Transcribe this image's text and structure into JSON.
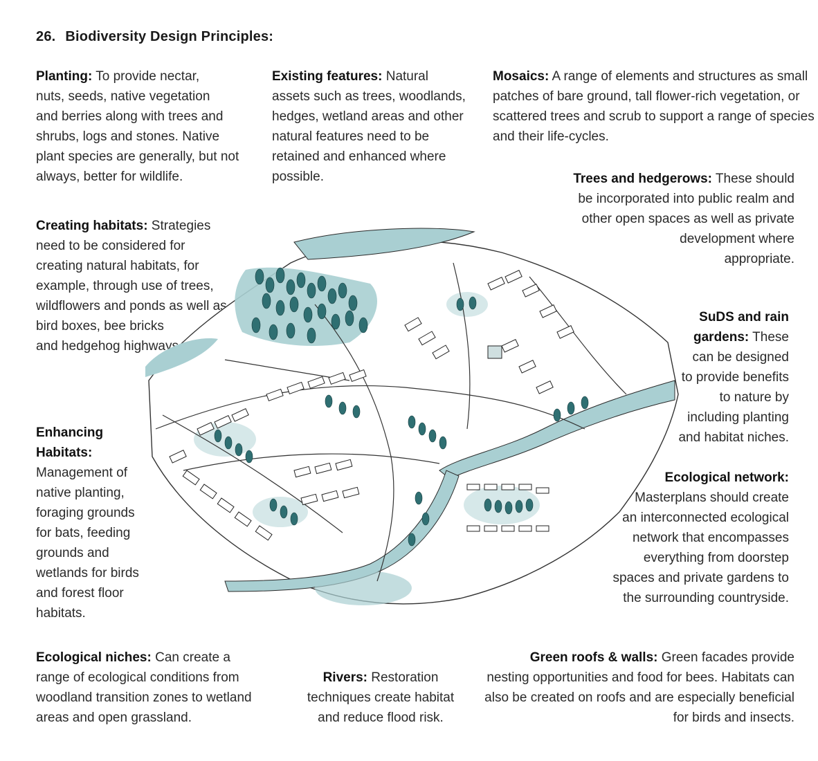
{
  "title": {
    "number": "26.",
    "text": "Biodiversity Design Principles:"
  },
  "blocks": {
    "planting": {
      "heading": "Planting:",
      "lines": [
        " To provide nectar,",
        "nuts, seeds, native vegetation",
        "and berries along with trees and",
        "shrubs, logs and stones. Native",
        "plant species are generally, but not",
        "always, better for wildlife."
      ]
    },
    "existing": {
      "heading": "Existing features:",
      "lines": [
        " Natural",
        "assets such as trees, woodlands,",
        "hedges, wetland areas and other",
        "natural features need to be",
        "retained and enhanced where",
        "possible."
      ]
    },
    "mosaics": {
      "heading": "Mosaics:",
      "lines": [
        " A range of elements and structures as small",
        "patches of bare ground, tall flower-rich vegetation, or",
        "scattered trees and scrub to support a range of species",
        "and their life-cycles."
      ]
    },
    "trees": {
      "heading": "Trees and hedgerows:",
      "lines": [
        " These should",
        "be incorporated into public realm and",
        "other open spaces as well as private",
        "development where",
        "appropriate."
      ]
    },
    "creating": {
      "heading": "Creating habitats:",
      "lines": [
        " Strategies",
        "need to be considered for",
        "creating natural habitats, for",
        "example, through use of trees,",
        "wildflowers and ponds as well as",
        "bird boxes, bee bricks",
        "and hedgehog highways."
      ]
    },
    "suds": {
      "heading_1": "SuDS and rain",
      "heading_2": "gardens:",
      "lines": [
        " These",
        "can be designed",
        "to provide benefits",
        "to nature by",
        "including planting",
        "and habitat niches."
      ]
    },
    "enhancing": {
      "heading_1": "Enhancing",
      "heading_2": "Habitats:",
      "lines": [
        "Management of",
        "native planting,",
        "foraging grounds",
        "for bats, feeding",
        "grounds and",
        "wetlands for birds",
        "and forest floor",
        "habitats."
      ]
    },
    "network": {
      "heading": "Ecological network:",
      "lines": [
        "Masterplans should create",
        "an interconnected ecological",
        "network that encompasses",
        "everything from doorstep",
        "spaces and private gardens to",
        "the surrounding countryside."
      ]
    },
    "niches": {
      "heading": "Ecological niches:",
      "lines": [
        " Can create a",
        "range of ecological conditions from",
        "woodland transition zones to wetland",
        "areas and open grassland."
      ]
    },
    "rivers": {
      "heading": "Rivers:",
      "lines": [
        " Restoration",
        "techniques create habitat",
        "and reduce flood risk."
      ]
    },
    "green": {
      "heading": "Green roofs & walls:",
      "lines": [
        " Green facades provide",
        "nesting opportunities and food for bees. Habitats can",
        "also be created on roofs and are especially beneficial",
        "for birds and insects."
      ]
    }
  },
  "colors": {
    "water": "#a9cfd2",
    "tree": "#2f6f72",
    "ink": "#1a1a1a"
  }
}
